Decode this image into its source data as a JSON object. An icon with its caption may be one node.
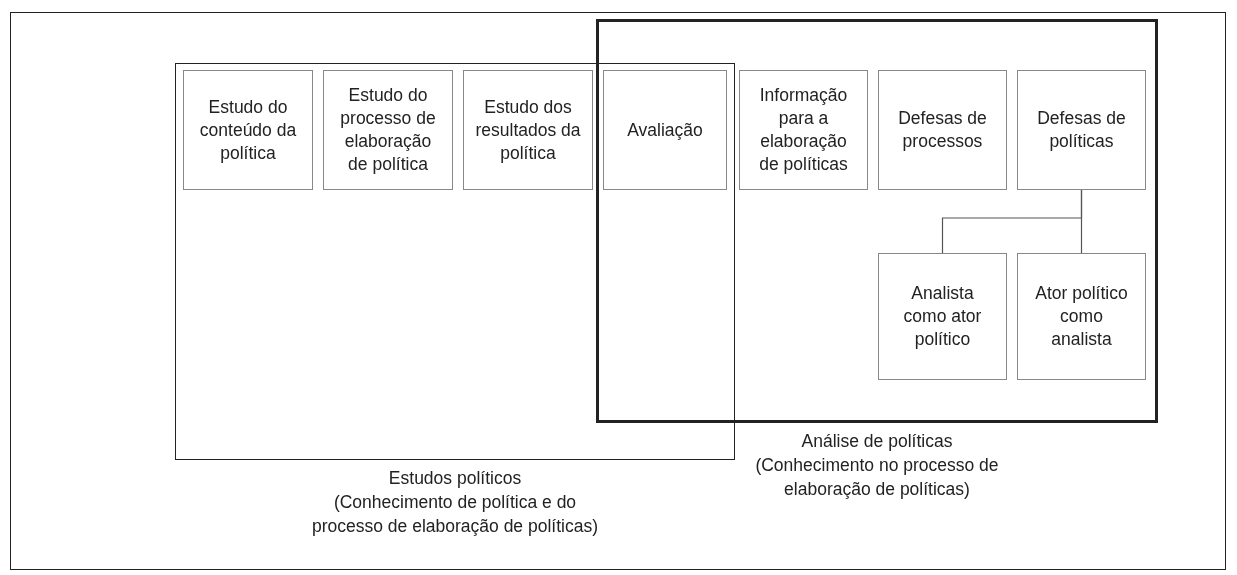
{
  "diagram": {
    "nodes": [
      {
        "text": [
          "Estudos políticos",
          "(Conhecimento de política e do processo de elaboração de políticas)"
        ]
      },
      {
        "text": [
          "Estudo do conteúdo da política"
        ],
        "in": 0
      },
      {
        "text": [
          "Estudo do processo de elaboração de política"
        ],
        "in": 0
      },
      {
        "text": [
          "Estudo dos resultados da política"
        ],
        "in": 0
      },
      {
        "text": [
          "Análise de políticas",
          "(Conhecimento no processo de elaboração de políticas)"
        ]
      },
      {
        "text": [
          "Avaliação"
        ]
      },
      {
        "text": [
          "Informação para a elaboração de políticas"
        ],
        "in": 4
      },
      {
        "text": [
          "Defesas de processos"
        ],
        "in": 4
      },
      {
        "text": [
          "Defesas de políticas"
        ],
        "in": 4
      },
      {
        "text": [
          "Analista como ator político"
        ],
        "in": 4
      },
      {
        "text": [
          "Ator político como analista"
        ],
        "in": 4
      }
    ],
    "edges": [
      {
        "from": 8,
        "to": 9,
        "arrow": "none"
      },
      {
        "from": 8,
        "to": 10,
        "arrow": "none"
      }
    ]
  }
}
